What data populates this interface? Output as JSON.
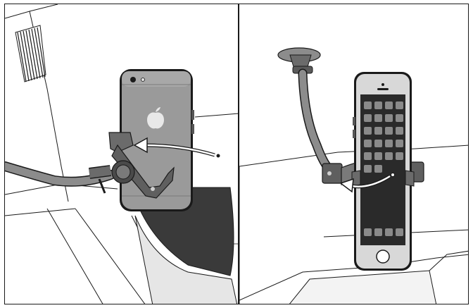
{
  "figure": {
    "panels": [
      {
        "id": "left",
        "subject": "phone-back-in-cradle-clip"
      },
      {
        "id": "right",
        "subject": "phone-front-in-cradle-clip"
      }
    ],
    "colors": {
      "outline": "#1a1a1a",
      "phone_body": "#9a9a9a",
      "phone_dark": "#5a5a5a",
      "mount_plastic": "#6b6b6b",
      "gooseneck": "#8c8c8c",
      "dashboard_fill": "#f3f3f3",
      "arrow": "#1a1a1a",
      "screen": "#2a2a2a"
    },
    "icons": [
      "rotate-arrow-icon",
      "suction-cup-icon",
      "apple-logo-icon"
    ]
  }
}
